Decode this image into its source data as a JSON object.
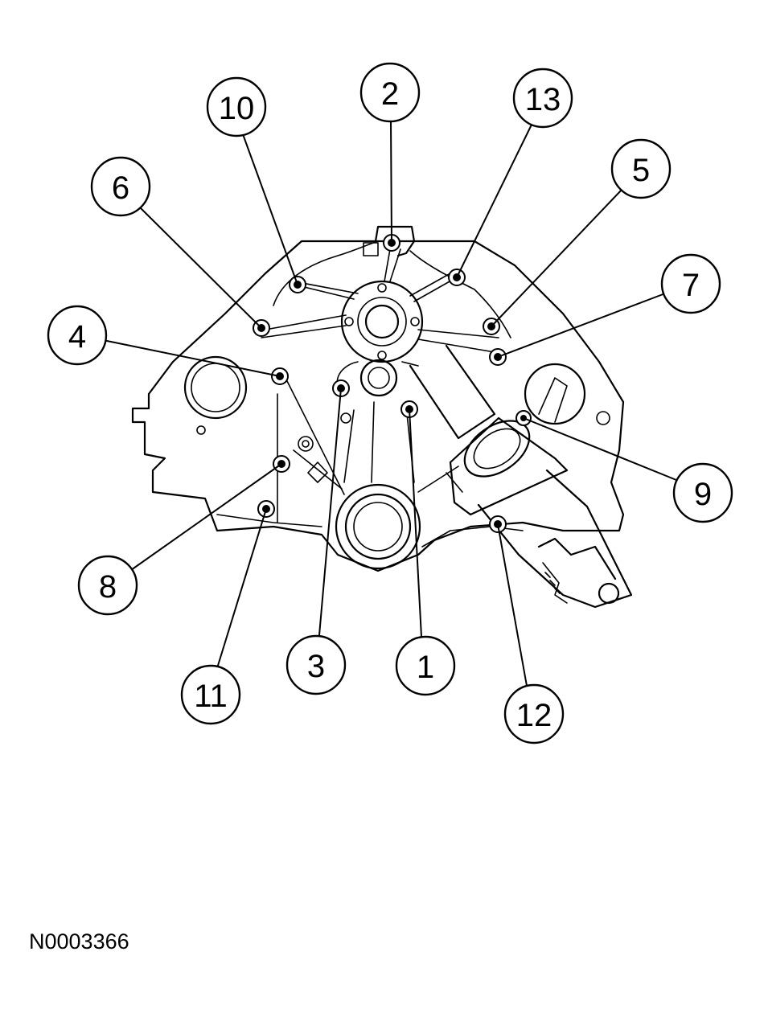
{
  "figure_id": "N0003366",
  "callouts": [
    "1",
    "2",
    "3",
    "4",
    "5",
    "6",
    "7",
    "8",
    "9",
    "10",
    "11",
    "12",
    "13"
  ],
  "colors": {
    "ink": "#000000",
    "paper": "#ffffff"
  }
}
